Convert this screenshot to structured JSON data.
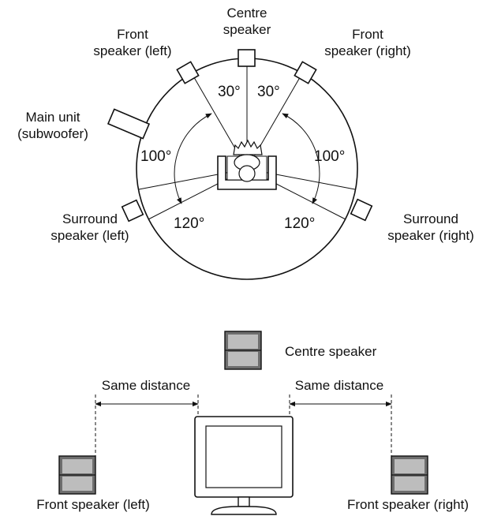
{
  "top_diagram": {
    "centre_speaker": [
      "Centre",
      "speaker"
    ],
    "front_left": [
      "Front",
      "speaker (left)"
    ],
    "front_right": [
      "Front",
      "speaker (right)"
    ],
    "main_unit": [
      "Main unit",
      "(subwoofer)"
    ],
    "surround_left": [
      "Surround",
      "speaker (left)"
    ],
    "surround_right": [
      "Surround",
      "speaker (right)"
    ],
    "angle_front_left": "30°",
    "angle_front_right": "30°",
    "angle_side_left": "100°",
    "angle_side_right": "100°",
    "angle_rear_left": "120°",
    "angle_rear_right": "120°"
  },
  "bottom_diagram": {
    "centre_speaker": "Centre speaker",
    "distance_left": "Same distance",
    "distance_right": "Same distance",
    "front_left": "Front speaker (left)",
    "front_right": "Front speaker (right)"
  },
  "colors": {
    "line": "#111111",
    "speaker_face": "#6e6e6e",
    "speaker_light": "#bdbdbd"
  }
}
